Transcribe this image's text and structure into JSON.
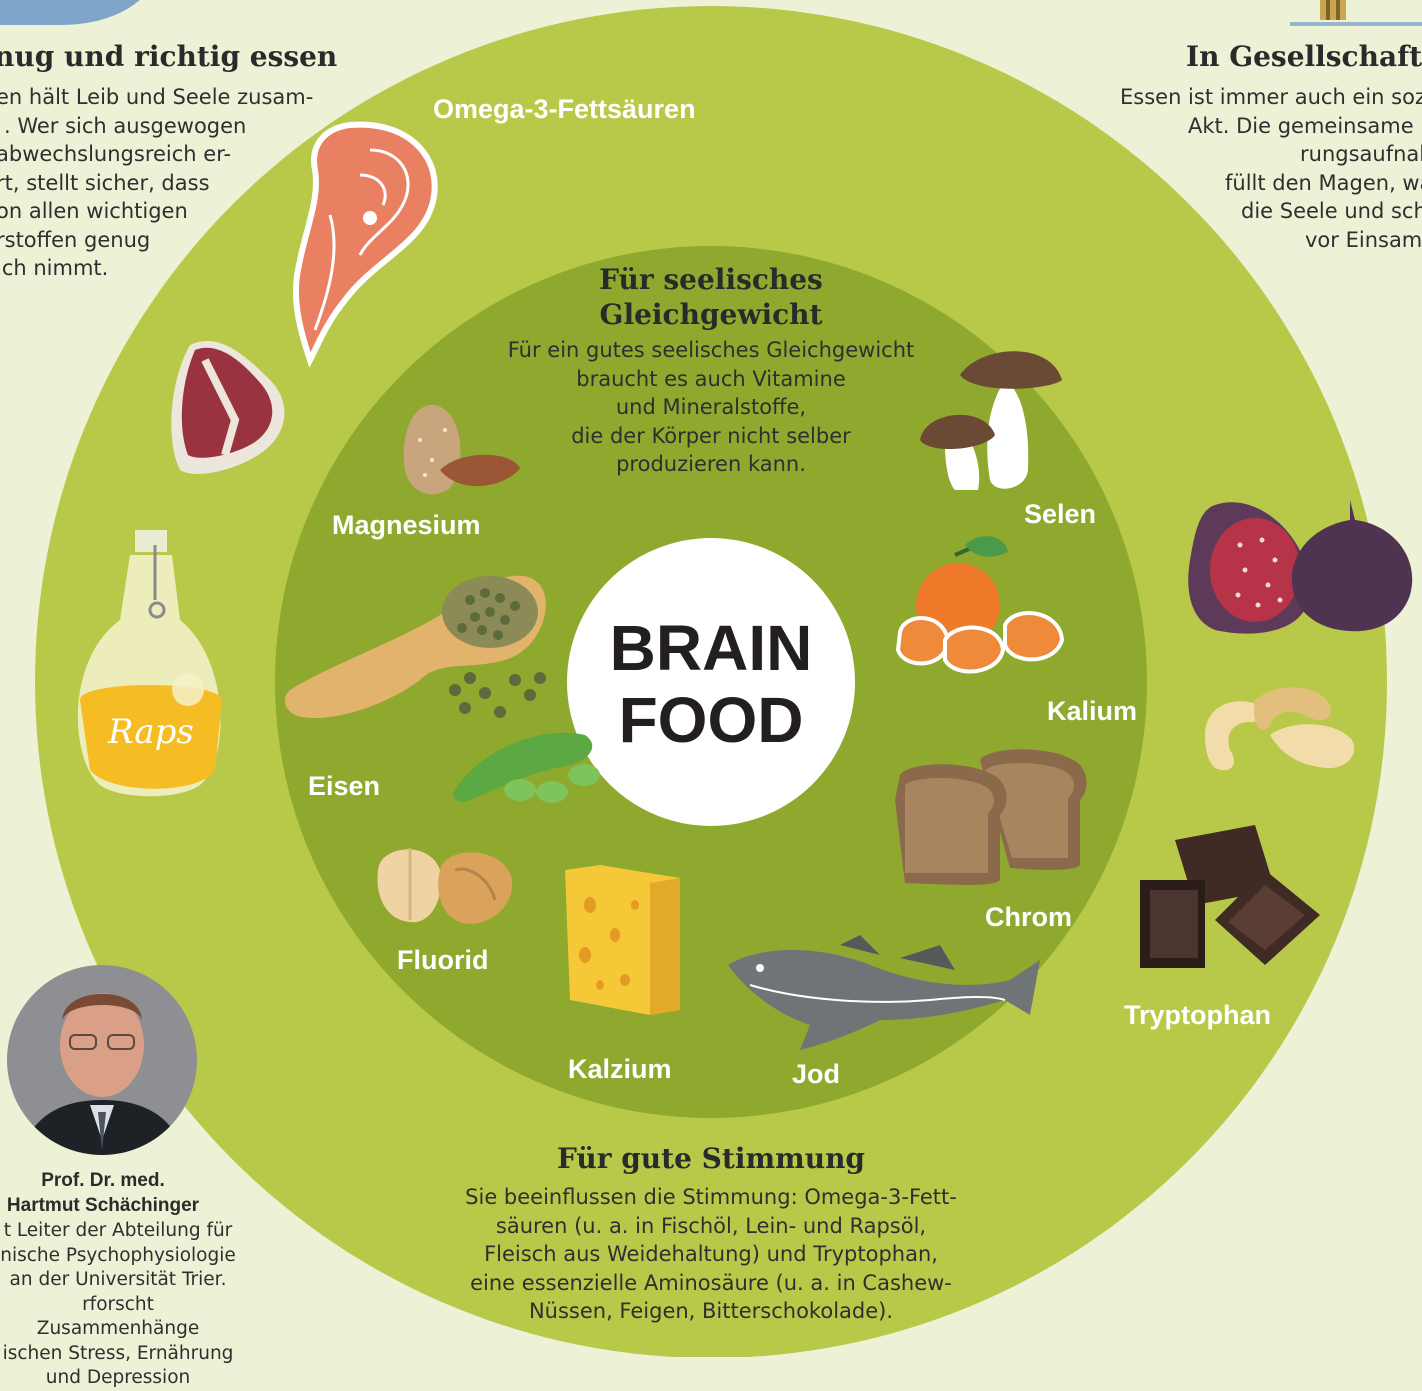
{
  "left_article": {
    "heading": "nug und richtig essen",
    "lines": [
      "en hält Leib und Seele zusam-",
      ". Wer sich ausgewogen",
      "abwechslungsreich er-",
      "rt, stellt sicher, dass",
      "on allen wichtigen",
      "rstoffen genug",
      "ich nimmt."
    ]
  },
  "right_article": {
    "heading": "In Gesellschaft ess",
    "lines": [
      "Essen ist immer auch ein sozi",
      "Akt. Die gemeinsame N",
      "rungsaufnal",
      "füllt den Magen, wä",
      "die Seele und sch",
      "vor Einsam"
    ]
  },
  "inner_section": {
    "heading_line1": "Für seelisches",
    "heading_line2": "Gleichgewicht",
    "lines": [
      "Für ein gutes seelisches Gleichgewicht",
      "braucht es auch Vitamine",
      "und Mineralstoffe,",
      "die der Körper nicht selber",
      "produzieren kann."
    ]
  },
  "center": {
    "line1": "BRAIN",
    "line2": "FOOD"
  },
  "labels": {
    "omega": "Omega-3-Fettsäuren",
    "magnesium": "Magnesium",
    "selen": "Selen",
    "kalium": "Kalium",
    "eisen": "Eisen",
    "chrom": "Chrom",
    "fluorid": "Fluorid",
    "kalzium": "Kalzium",
    "jod": "Jod",
    "tryptophan": "Tryptophan",
    "raps": "Raps"
  },
  "bottom_section": {
    "heading": "Für gute Stimmung",
    "lines": [
      "Sie beeinflussen die Stimmung: Omega-3-Fett-",
      "säuren (u. a. in Fischöl, Lein- und Rapsöl,",
      "Fleisch aus Weidehaltung) und Tryptophan,",
      "eine essenzielle Aminosäure (u. a. in Cashew-",
      "Nüssen, Feigen, Bitterschokolade)."
    ]
  },
  "profile": {
    "title": "Prof. Dr. med.",
    "name": "Hartmut Schächinger",
    "lines": [
      "t Leiter der Abteilung für",
      "nische Psychophysiologie",
      "an der Universität Trier.",
      "rforscht Zusammenhänge",
      "ischen Stress, Ernährung",
      "und Depression"
    ]
  },
  "colors": {
    "background": "#edf1d6",
    "outer_ring": "#b8c94a",
    "inner_disc": "#8fa82e",
    "center": "#ffffff",
    "label_text": "#ffffff"
  },
  "icons": [
    "salmon-steak-icon",
    "t-bone-steak-icon",
    "oil-bottle-icon",
    "almond-icon",
    "mushroom-icon",
    "apricot-icon",
    "lentil-spoon-icon",
    "green-bean-icon",
    "bread-icon",
    "walnut-icon",
    "cheese-icon",
    "cod-fish-icon",
    "fig-icon",
    "cashew-icon",
    "chocolate-icon",
    "portrait-photo"
  ]
}
